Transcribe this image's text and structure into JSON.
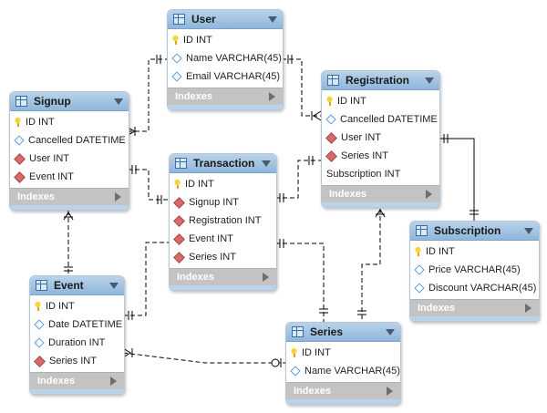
{
  "diagram": {
    "footer_label": "Indexes",
    "colors": {
      "header": "#9fc1e0",
      "footer": "#c3c3c3",
      "line": "#000000"
    },
    "entities": [
      {
        "id": "user",
        "name": "User",
        "columns": [
          {
            "label": "ID INT",
            "kind": "pk"
          },
          {
            "label": "Name VARCHAR(45)",
            "kind": "col"
          },
          {
            "label": "Email VARCHAR(45)",
            "kind": "col"
          }
        ]
      },
      {
        "id": "signup",
        "name": "Signup",
        "columns": [
          {
            "label": "ID INT",
            "kind": "pk"
          },
          {
            "label": "Cancelled DATETIME",
            "kind": "col"
          },
          {
            "label": "User INT",
            "kind": "fk"
          },
          {
            "label": "Event INT",
            "kind": "fk"
          }
        ]
      },
      {
        "id": "registration",
        "name": "Registration",
        "columns": [
          {
            "label": "ID INT",
            "kind": "pk"
          },
          {
            "label": "Cancelled DATETIME",
            "kind": "col"
          },
          {
            "label": "User INT",
            "kind": "fk"
          },
          {
            "label": "Series INT",
            "kind": "fk"
          },
          {
            "label": "Subscription INT",
            "kind": "none"
          }
        ]
      },
      {
        "id": "transaction",
        "name": "Transaction",
        "columns": [
          {
            "label": "ID INT",
            "kind": "pk"
          },
          {
            "label": "Signup INT",
            "kind": "fk"
          },
          {
            "label": "Registration INT",
            "kind": "fk"
          },
          {
            "label": "Event INT",
            "kind": "fk"
          },
          {
            "label": "Series INT",
            "kind": "fk"
          }
        ]
      },
      {
        "id": "subscription",
        "name": "Subscription",
        "columns": [
          {
            "label": "ID INT",
            "kind": "pk"
          },
          {
            "label": "Price VARCHAR(45)",
            "kind": "col"
          },
          {
            "label": "Discount VARCHAR(45)",
            "kind": "col"
          }
        ]
      },
      {
        "id": "event",
        "name": "Event",
        "columns": [
          {
            "label": "ID INT",
            "kind": "pk"
          },
          {
            "label": "Date DATETIME",
            "kind": "col"
          },
          {
            "label": "Duration INT",
            "kind": "col"
          },
          {
            "label": "Series INT",
            "kind": "fk"
          }
        ]
      },
      {
        "id": "series",
        "name": "Series",
        "columns": [
          {
            "label": "ID INT",
            "kind": "pk"
          },
          {
            "label": "Name VARCHAR(45)",
            "kind": "col"
          }
        ]
      }
    ]
  }
}
